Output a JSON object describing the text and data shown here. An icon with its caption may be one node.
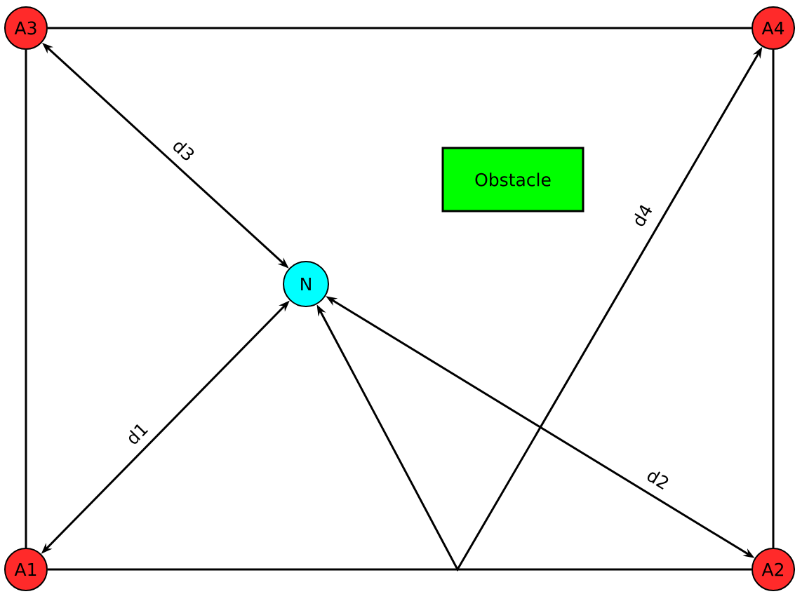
{
  "diagram": {
    "nodes": [
      {
        "text": [
          "A3"
        ]
      },
      {
        "text": [
          "A4"
        ]
      },
      {
        "text": [
          "Obstacle"
        ]
      },
      {
        "text": [
          "N"
        ]
      },
      {
        "text": [
          "A1"
        ]
      },
      {
        "text": [
          "A2"
        ]
      }
    ],
    "edges": [
      {
        "from": 0,
        "to": 1,
        "arrow": "none"
      },
      {
        "from": 0,
        "to": 4,
        "arrow": "none"
      },
      {
        "from": 1,
        "to": 5,
        "arrow": "none"
      },
      {
        "from": 4,
        "to": 5,
        "arrow": "none"
      },
      {
        "from": 0,
        "to": 3,
        "arrow": "both",
        "label": "d3"
      },
      {
        "from": 4,
        "to": 3,
        "arrow": "both",
        "label": "d1"
      },
      {
        "from": 3,
        "to": 5,
        "arrow": "both",
        "label": "d2"
      },
      {
        "from": 3,
        "to": 1,
        "arrow": "both",
        "label": "d4"
      }
    ]
  }
}
